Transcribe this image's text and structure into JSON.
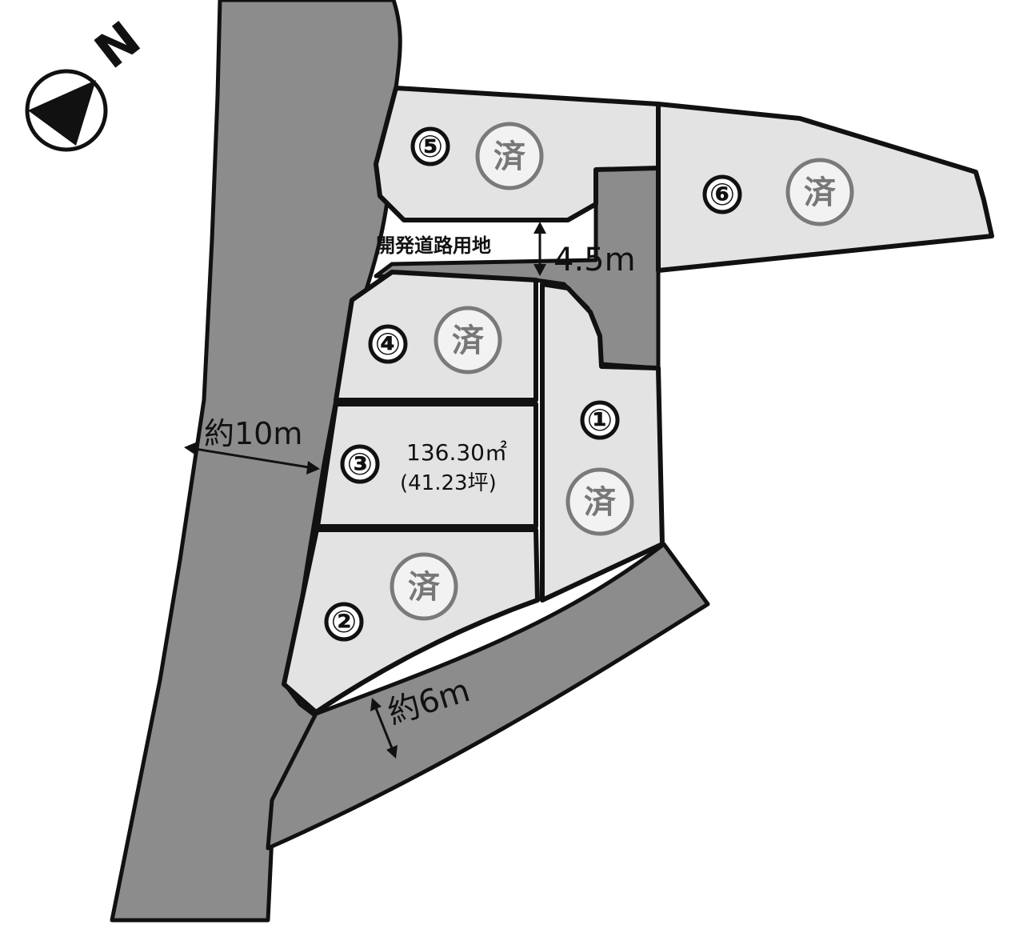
{
  "compass": {
    "label": "N",
    "icon": "north-arrow-icon"
  },
  "lots": [
    {
      "number": "①",
      "status": "済"
    },
    {
      "number": "②",
      "status": "済"
    },
    {
      "number": "③",
      "area_m2": "136.30㎡",
      "area_tsubo": "(41.23坪)"
    },
    {
      "number": "④",
      "status": "済"
    },
    {
      "number": "⑤",
      "status": "済"
    },
    {
      "number": "⑥",
      "status": "済"
    }
  ],
  "roads": {
    "main_width": "約10m",
    "south_width": "約6m",
    "development_road_label": "開発道路用地",
    "development_road_width": "4.5m"
  },
  "colors": {
    "road": "#8c8c8c",
    "lot": "#e3e3e3",
    "sold_stamp": "#777777",
    "outline": "#111111"
  }
}
